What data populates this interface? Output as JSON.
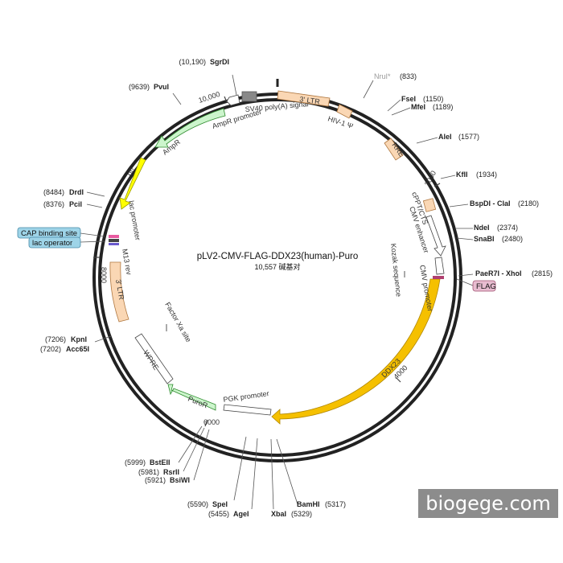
{
  "plasmid": {
    "name": "pLV2-CMV-FLAG-DDX23(human)-Puro",
    "size": "10,557 碱基对"
  },
  "sites": [
    {
      "pos": "(10,190)",
      "name": "SgrDI"
    },
    {
      "pos": "(9639)",
      "name": "PvuI"
    },
    {
      "pos": "(8484)",
      "name": "DrdI"
    },
    {
      "pos": "(8376)",
      "name": "PciI"
    },
    {
      "pos": "(7206)",
      "name": "KpnI"
    },
    {
      "pos": "(7202)",
      "name": "Acc65I"
    },
    {
      "pos": "(5999)",
      "name": "BstEII"
    },
    {
      "pos": "(5981)",
      "name": "RsrII"
    },
    {
      "pos": "(5921)",
      "name": "BsiWI"
    },
    {
      "pos": "(5590)",
      "name": "SpeI"
    },
    {
      "pos": "(5455)",
      "name": "AgeI"
    },
    {
      "pos": "(5317)",
      "name": "BamHI"
    },
    {
      "pos": "(5329)",
      "name": "XbaI"
    },
    {
      "pos": "(833)",
      "name": "NruI*"
    },
    {
      "pos": "(1150)",
      "name": "FseI"
    },
    {
      "pos": "(1189)",
      "name": "MfeI"
    },
    {
      "pos": "(1577)",
      "name": "AleI"
    },
    {
      "pos": "(1934)",
      "name": "KflI"
    },
    {
      "pos": "(2180)",
      "name": "BspDI - ClaI"
    },
    {
      "pos": "(2374)",
      "name": "NdeI"
    },
    {
      "pos": "(2480)",
      "name": "SnaBI"
    },
    {
      "pos": "(2815)",
      "name": "PaeR7I - XhoI"
    }
  ],
  "features": {
    "ltr3_top": "3' LTR",
    "hiv_psi": "HIV-1 Ψ",
    "rre": "RRE",
    "cppt": "cPPT/CTS",
    "cmv_enh": "CMV enhancer",
    "cmv_prom": "CMV promoter",
    "kozak": "Kozak sequence",
    "ddx23": "DDX23",
    "pgk": "PGK promoter",
    "puror": "PuroR",
    "wpre": "WPRE",
    "factor_xa": "Factor Xa site",
    "ltr3_left": "3' LTR",
    "m13": "M13 rev",
    "lac_prom": "lac promoter",
    "ori": "ori",
    "ampr": "AmpR",
    "ampr_prom": "AmpR promoter",
    "sv40": "SV40 poly(A) signal"
  },
  "boxed": {
    "cap": "CAP binding site",
    "lac_op": "lac operator",
    "flag": "FLAG"
  },
  "ticks": {
    "t2000": "2000",
    "t4000": "4000",
    "t6000": "6000",
    "t8000": "8000",
    "t10000": "10,000"
  },
  "watermark": "biogege.com",
  "colors": {
    "ring": "#222222",
    "ddx23": "#f5c000",
    "ampr": "#ccf5cc",
    "ori": "#ffff00",
    "ltr": "#fad7b4",
    "flag": "#e8bcd0",
    "boxed": "#9ed4e8"
  }
}
